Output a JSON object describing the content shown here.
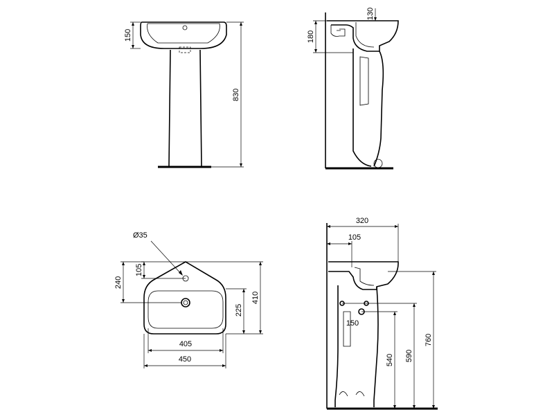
{
  "views": {
    "front_elevation": {
      "dim_bowl_height": "150",
      "dim_total_height": "830"
    },
    "side_elevation": {
      "dim_top": "130",
      "dim_trap": "180"
    },
    "plan_view": {
      "dim_tap_hole": "Ø35",
      "dim_tap_offset": "105",
      "dim_tap_to_back": "240",
      "dim_bowl_depth": "225",
      "dim_overall_depth": "410",
      "dim_bowl_width": "405",
      "dim_overall_width": "450"
    },
    "installation_view": {
      "dim_projection": "320",
      "dim_tap_projection": "105",
      "dim_fixing_spacing": "150",
      "dim_waste_height": "540",
      "dim_fixing_height": "590",
      "dim_rim_height": "760"
    }
  }
}
